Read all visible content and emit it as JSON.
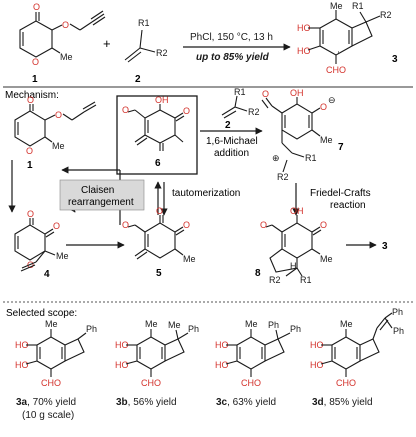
{
  "reaction": {
    "conditions": "PhCl, 150 °C, 13 h",
    "yield_note": "up to 85% yield",
    "plus": "+"
  },
  "compounds": {
    "c1": "1",
    "c2": "2",
    "c3": "3",
    "c4": "4",
    "c5": "5",
    "c6": "6",
    "c7": "7",
    "c8": "8"
  },
  "atoms": {
    "O": "O",
    "OH": "OH",
    "HO": "HO",
    "Me": "Me",
    "CHO": "CHO",
    "R1": "R1",
    "R2": "R2",
    "Ph": "Ph",
    "plus_charge": "⊕",
    "minus_charge": "⊖",
    "H": "H"
  },
  "mechanism": {
    "title": "Mechanism:",
    "claisen": "Claisen rearrangement",
    "claisen_line1": "Claisen",
    "claisen_line2": "rearrangement",
    "tautomerization": "tautomerization",
    "michael_line1": "1,6-Michael",
    "michael_line2": "addition",
    "fc_line1": "Friedel-Crafts",
    "fc_line2": "reaction",
    "arrow_to_3": "3"
  },
  "scope": {
    "title": "Selected scope:",
    "items": [
      {
        "id": "3a",
        "yield": ", 70% yield",
        "note": "(10 g scale)"
      },
      {
        "id": "3b",
        "yield": ", 56% yield",
        "note": ""
      },
      {
        "id": "3c",
        "yield": ", 63% yield",
        "note": ""
      },
      {
        "id": "3d",
        "yield": ", 85% yield",
        "note": ""
      }
    ]
  },
  "colors": {
    "oxygen_red": "#d3312b",
    "box_gray": "#d9d9d9",
    "text": "#1a1a1a"
  }
}
